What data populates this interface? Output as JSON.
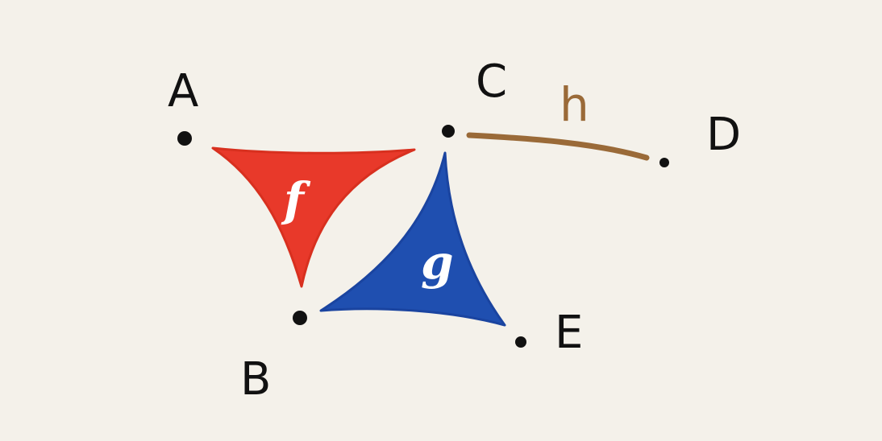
{
  "vertices": [
    {
      "id": "A",
      "label": "A"
    },
    {
      "id": "B",
      "label": "B"
    },
    {
      "id": "C",
      "label": "C"
    },
    {
      "id": "D",
      "label": "D"
    },
    {
      "id": "E",
      "label": "E"
    }
  ],
  "faces": [
    {
      "id": "f",
      "label": "f",
      "vertices": [
        "A",
        "B",
        "C"
      ],
      "color": "#e8392a"
    },
    {
      "id": "g",
      "label": "g",
      "vertices": [
        "C",
        "B",
        "E"
      ],
      "color": "#1f4fb0"
    }
  ],
  "edges": [
    {
      "id": "h",
      "label": "h",
      "from": "C",
      "to": "D",
      "color": "#9a6a38"
    }
  ],
  "colors": {
    "background": "#f4f1ea",
    "ink": "#111111"
  }
}
